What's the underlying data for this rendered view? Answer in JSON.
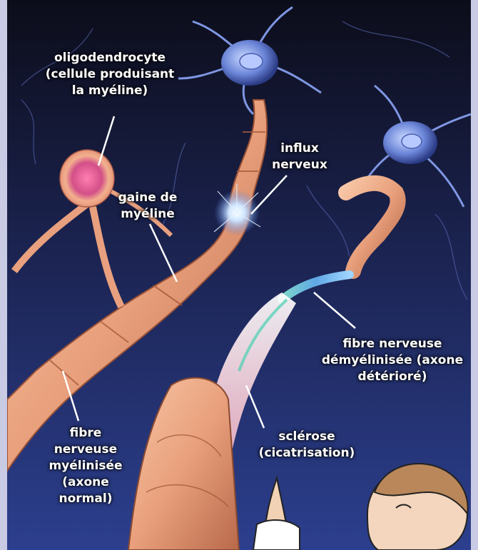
{
  "labels": {
    "oligodendrocyte": "oligodendrocyte\n(cellule produisant\nla myéline)",
    "influx": "influx\nnerveux",
    "gaine": "gaine de\nmyéline",
    "demyelinated": "fibre nerveuse\ndémyélinisée (axone\ndétérioré)",
    "myelinated": "fibre\nnerveuse\nmyélinisée\n(axone\nnormal)",
    "sclerose": "sclérose\n(cicatrisation)"
  }
}
